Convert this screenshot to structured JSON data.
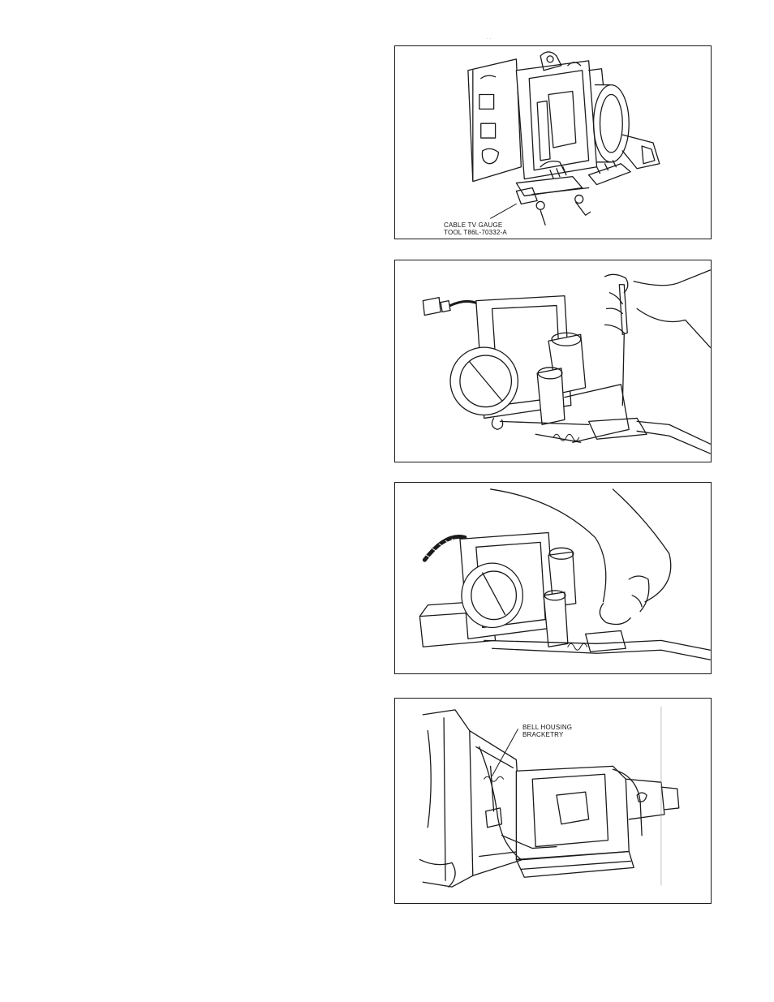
{
  "figures": [
    {
      "id": "throttle-body-gauge-tool",
      "callout": {
        "line1": "CABLE TV GAUGE",
        "line2": "TOOL T86L-70332-A"
      }
    },
    {
      "id": "throttle-body-screwdriver",
      "callout": null
    },
    {
      "id": "throttle-body-hand-adjust",
      "callout": null
    },
    {
      "id": "transmission-bell-housing",
      "callout": {
        "line1": "BELL HOUSING",
        "line2": "BRACKETRY"
      }
    }
  ]
}
